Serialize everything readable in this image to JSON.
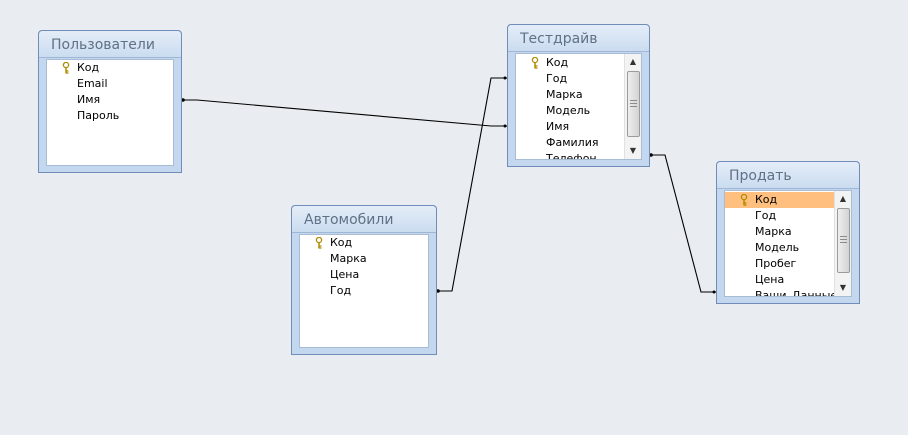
{
  "tables": {
    "users": {
      "title": "Пользователи",
      "fields": [
        "Код",
        "Email",
        "Имя",
        "Пароль"
      ]
    },
    "testdrive": {
      "title": "Тестдрайв",
      "fields": [
        "Код",
        "Год",
        "Марка",
        "Модель",
        "Имя",
        "Фамилия",
        "Телефон"
      ]
    },
    "cars": {
      "title": "Автомобили",
      "fields": [
        "Код",
        "Марка",
        "Цена",
        "Год"
      ]
    },
    "sell": {
      "title": "Продать",
      "fields": [
        "Код",
        "Год",
        "Марка",
        "Модель",
        "Пробег",
        "Цена",
        "Ваши_Данные"
      ]
    }
  },
  "key_icon": "key-icon",
  "selection_color": "#ffc07f"
}
